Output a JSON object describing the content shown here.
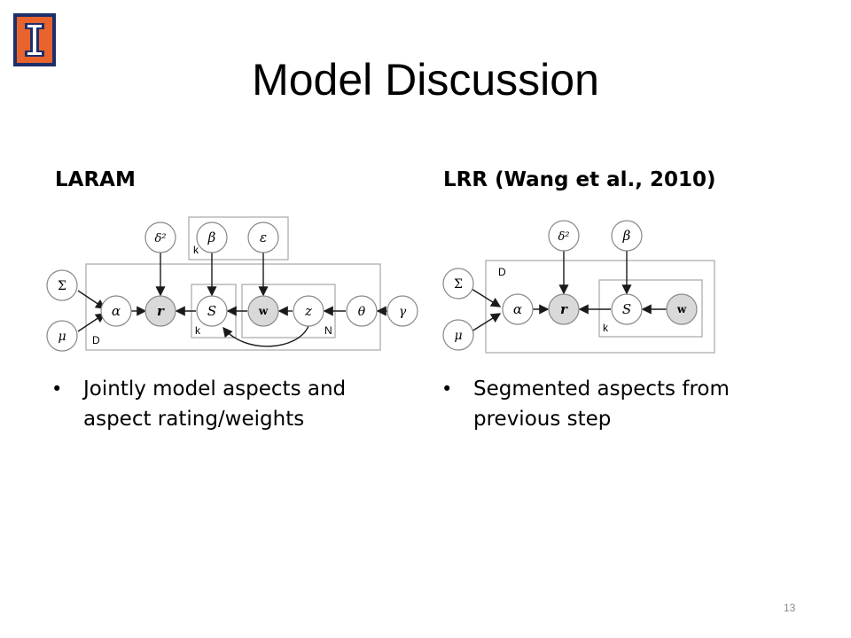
{
  "logo": {
    "letter": "I",
    "colors": {
      "border": "#1d2f6b",
      "fill": "#e8642c",
      "inner": "#1d2f6b"
    }
  },
  "title": "Model Discussion",
  "left": {
    "heading": "LARAM",
    "bullet": "Jointly model aspects and aspect rating/weights",
    "diagram": {
      "nodes": {
        "Sigma": "Σ",
        "mu": "μ",
        "alpha": "α",
        "r": "r",
        "delta2": "δ²",
        "beta": "β",
        "S": "S",
        "epsilon": "ε",
        "w": "w",
        "z": "z",
        "theta": "θ",
        "gamma": "γ"
      },
      "plates": {
        "D": "D",
        "k_top": "k",
        "k_inner": "k",
        "N": "N"
      }
    }
  },
  "right": {
    "heading": "LRR (Wang et al., 2010)",
    "bullet": "Segmented aspects from previous step",
    "diagram": {
      "nodes": {
        "Sigma": "Σ",
        "mu": "μ",
        "alpha": "α",
        "r": "r",
        "delta2": "δ²",
        "beta": "β",
        "S": "S",
        "w": "w"
      },
      "plates": {
        "D": "D",
        "k": "k"
      }
    }
  },
  "slide_number": "13",
  "colors": {
    "shaded_node": "#d9d9d9",
    "plate": "#a6a6a6",
    "edge": "#1a1a1a"
  }
}
